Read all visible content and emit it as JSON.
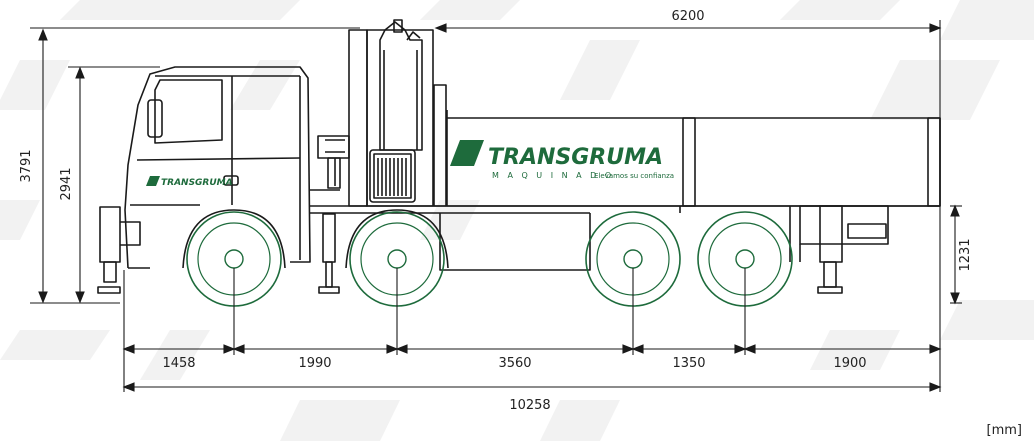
{
  "dimensions": {
    "total_height": "3791",
    "cab_height": "2941",
    "platform_length": "6200",
    "bed_height": "1231",
    "segments": [
      "1458",
      "1990",
      "3560",
      "1350",
      "1900"
    ],
    "total_length": "10258"
  },
  "units": "[mm]",
  "brand": {
    "name": "TRANSGRUMA",
    "letters": "M A Q U I N A D O",
    "slogan": "Elevamos su confianza",
    "cab_logo": "TRANSGRUMA"
  },
  "colors": {
    "line": "#1a1a1a",
    "accent": "#1e6b3c",
    "watermark": "#f1f1f1"
  }
}
